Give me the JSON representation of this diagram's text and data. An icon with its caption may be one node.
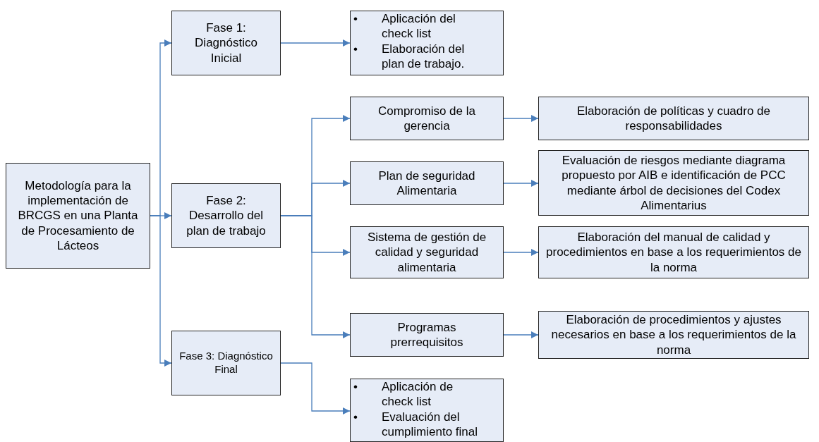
{
  "diagram": {
    "nodes": [
      {
        "text": [
          "Metodología para la implementación de BRCGS en una Planta de Procesamiento de Lácteos"
        ]
      },
      {
        "text": [
          "Fase 1: Diagnóstico Inicial"
        ]
      },
      {
        "text": [
          "•",
          "Aplicación del check list",
          "•",
          "Elaboración del plan de trabajo."
        ]
      },
      {
        "text": [
          "Fase 2: Desarrollo del plan de trabajo"
        ]
      },
      {
        "text": [
          "Compromiso de la gerencia"
        ]
      },
      {
        "text": [
          "Elaboración de políticas y cuadro de responsabilidades"
        ]
      },
      {
        "text": [
          "Plan de seguridad Alimentaria"
        ]
      },
      {
        "text": [
          "Evaluación de riesgos mediante diagrama propuesto por AIB e identificación de PCC mediante árbol de decisiones del Codex Alimentarius"
        ]
      },
      {
        "text": [
          "Sistema de gestión de calidad y seguridad alimentaria"
        ]
      },
      {
        "text": [
          "Elaboración del manual de calidad y procedimientos en base a los requerimientos de la norma"
        ]
      },
      {
        "text": [
          "Programas prerrequisitos"
        ]
      },
      {
        "text": [
          "Elaboración de procedimientos y ajustes necesarios en base a los requerimientos de la norma"
        ]
      },
      {
        "text": [
          "Fase 3: Diagnóstico Final"
        ]
      },
      {
        "text": [
          "•",
          "Aplicación de check list",
          "•",
          "Evaluación del cumplimiento final"
        ]
      }
    ],
    "edges": [
      {
        "from": 0,
        "to": 1,
        "arrow": "to"
      },
      {
        "from": 0,
        "to": 3,
        "arrow": "to"
      },
      {
        "from": 0,
        "to": 12,
        "arrow": "to"
      },
      {
        "from": 1,
        "to": 2,
        "arrow": "to"
      },
      {
        "from": 3,
        "to": 4,
        "arrow": "to"
      },
      {
        "from": 3,
        "to": 6,
        "arrow": "to"
      },
      {
        "from": 3,
        "to": 8,
        "arrow": "to"
      },
      {
        "from": 3,
        "to": 10,
        "arrow": "to"
      },
      {
        "from": 4,
        "to": 5,
        "arrow": "to"
      },
      {
        "from": 6,
        "to": 7,
        "arrow": "to"
      },
      {
        "from": 8,
        "to": 9,
        "arrow": "to"
      },
      {
        "from": 10,
        "to": 11,
        "arrow": "to"
      },
      {
        "from": 12,
        "to": 13,
        "arrow": "to"
      }
    ]
  }
}
